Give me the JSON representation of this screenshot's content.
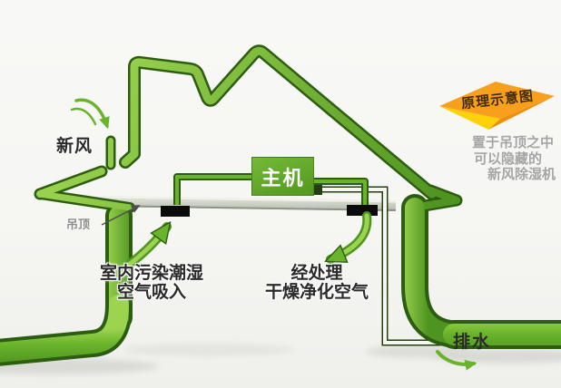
{
  "banner": {
    "label": "原理示意图"
  },
  "side_note": {
    "line1": "置于吊顶之中",
    "line2": "可以隐藏的",
    "line3": "新风除湿机"
  },
  "labels": {
    "fresh_air": "新风",
    "ceiling": "吊顶",
    "main_unit": "主机",
    "intake_line1": "室内污染潮湿",
    "intake_line2": "空气吸入",
    "treated_line1": "经处理",
    "treated_line2": "干燥净化空气",
    "drain": "排水"
  },
  "colors": {
    "bg": "#f6f6f3",
    "green_light": "#9cd450",
    "green_mid": "#6ab42c",
    "green_dark": "#4f9420",
    "green_edge": "#2d5d11",
    "box_top": "#74b93a",
    "box_bottom": "#52981e",
    "banner_top": "#f8a01e",
    "banner_left": "#ffd10a",
    "banner_right": "#ef8d0d",
    "banner_text": "#442a00",
    "note_gray": "#a5a5a5",
    "label_dark": "#2a2a2a",
    "ceiling_label": "#8d8d8d",
    "ceiling_light": "#e9ebe3",
    "ceiling_dark": "#a7ab9f",
    "vent_black": "#0b0b0b",
    "pipe_dark": "#233f10",
    "arrow_gray": "#4f4f4f",
    "shadow": "#d8d8d3"
  }
}
